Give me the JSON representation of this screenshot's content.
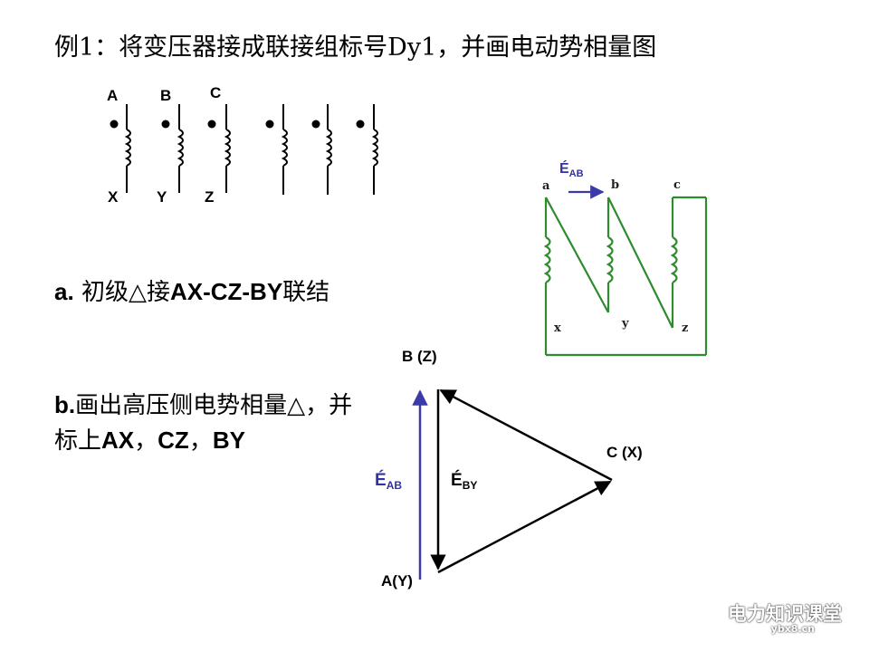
{
  "title": "例1：将变压器接成联接组标号Dy1，并画电动势相量图",
  "terminals": {
    "A": "A",
    "B": "B",
    "C": "C",
    "X": "X",
    "Y": "Y",
    "Z": "Z"
  },
  "step_a": {
    "prefix": "a.",
    "text": " 初级△接",
    "bold": "AX-CZ-BY",
    "suffix": "联结"
  },
  "step_b": {
    "prefix": "b.",
    "text1": "画出高压侧电势相量△，并标上",
    "bold1": "AX",
    "sep": "，",
    "bold2": "CZ",
    "sep2": "，",
    "bold3": "BY"
  },
  "phasor": {
    "vertex_top": "B (Z)",
    "vertex_right": "C (X)",
    "vertex_bottom": "A(Y)",
    "e_ab": {
      "main": "É",
      "sub": "AB"
    },
    "e_by": {
      "main": "É",
      "sub": "BY"
    }
  },
  "secondary": {
    "e_ab": {
      "main": "É",
      "sub": "AB"
    },
    "a": "a",
    "b": "b",
    "c": "c",
    "x": "x",
    "y": "y",
    "z": "z"
  },
  "watermark": {
    "main": "电力知识课堂",
    "site": "ybx8.cn"
  },
  "colors": {
    "green": "#2e8b2e",
    "blue": "#3a3aa8",
    "black": "#000000"
  }
}
